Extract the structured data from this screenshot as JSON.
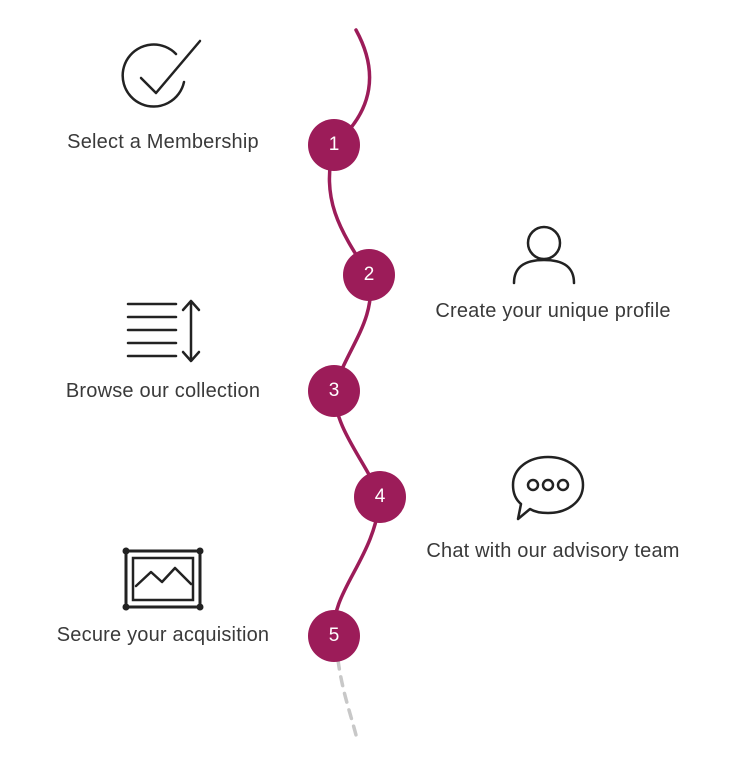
{
  "colors": {
    "accent": "#9c1c59",
    "text": "#3a3a3a",
    "icon": "#222222",
    "dashed": "#c8c8c8"
  },
  "steps": [
    {
      "number": "1",
      "label": "Select a Membership",
      "icon": "check-circle-icon"
    },
    {
      "number": "2",
      "label": "Create your unique profile",
      "icon": "user-icon"
    },
    {
      "number": "3",
      "label": "Browse our collection",
      "icon": "list-scroll-icon"
    },
    {
      "number": "4",
      "label": "Chat with our advisory team",
      "icon": "chat-bubble-icon"
    },
    {
      "number": "5",
      "label": "Secure your acquisition",
      "icon": "framed-picture-icon"
    }
  ]
}
